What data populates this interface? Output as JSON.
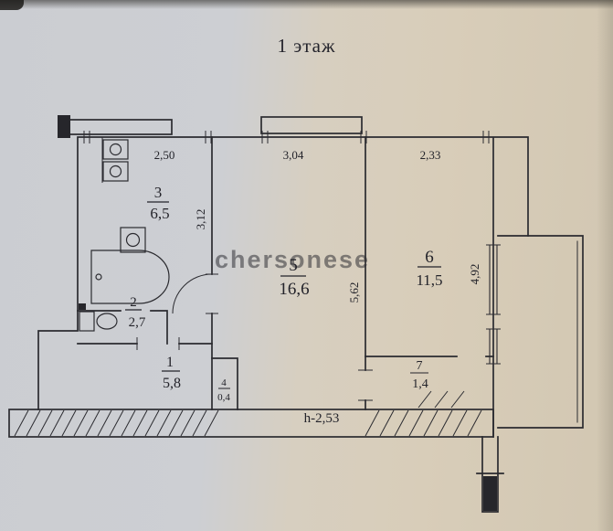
{
  "title": "1 этаж",
  "watermark": "chersonese",
  "height_note": "h-2,53",
  "rooms": [
    {
      "number": "1",
      "area": "5,8"
    },
    {
      "number": "2",
      "area": "2,7"
    },
    {
      "number": "3",
      "area": "6,5"
    },
    {
      "number": "4",
      "area": "0,4"
    },
    {
      "number": "5",
      "area": "16,6"
    },
    {
      "number": "6",
      "area": "11,5"
    },
    {
      "number": "7",
      "area": "1,4"
    }
  ],
  "dimensions": {
    "top_left": "2,50",
    "top_middle": "3,04",
    "top_right": "2,33",
    "left_wall": "3,12",
    "middle_wall": "5,62",
    "right_wall": "4,92"
  },
  "colors": {
    "ink": "#2b2b30",
    "height_note_blue": "#3f51a8",
    "paper_left": "#cdcfd3",
    "paper_right": "#d8cdb9"
  }
}
